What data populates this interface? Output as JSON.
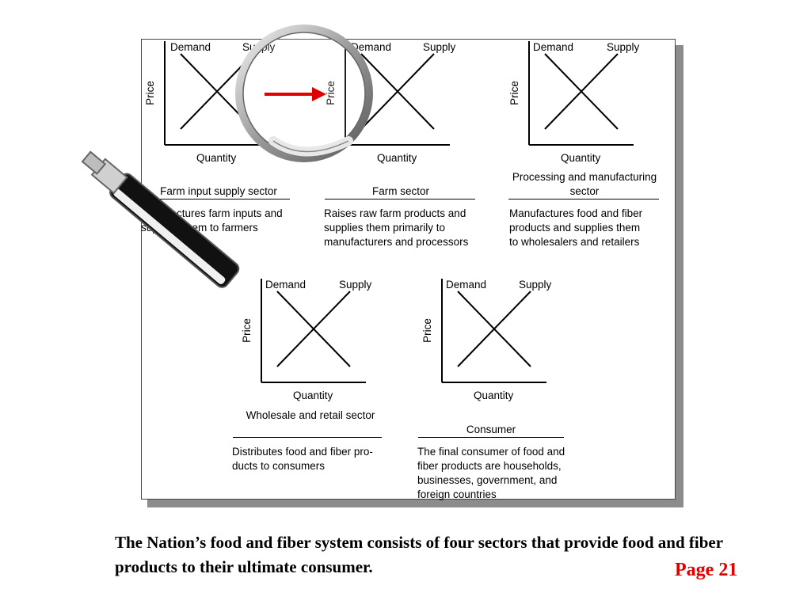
{
  "sectors": [
    {
      "demand": "Demand",
      "supply": "Supply",
      "price": "Price",
      "quantity": "Quantity",
      "title": "Farm input supply sector",
      "desc": "Manufactures farm inputs and\nsupplies them to farmers"
    },
    {
      "demand": "Demand",
      "supply": "Supply",
      "price": "Price",
      "quantity": "Quantity",
      "title": "Farm sector",
      "desc": "Raises raw farm products and\nsupplies them primarily to\nmanufacturers and processors"
    },
    {
      "demand": "Demand",
      "supply": "Supply",
      "price": "Price",
      "quantity": "Quantity",
      "title": "Processing and\nmanufacturing sector",
      "desc": "Manufactures food and fiber\nproducts and supplies them\nto wholesalers and retailers"
    },
    {
      "demand": "Demand",
      "supply": "Supply",
      "price": "Price",
      "quantity": "Quantity",
      "title": "Wholesale and\nretail sector",
      "desc": "Distributes food and fiber pro-\nducts to consumers"
    },
    {
      "demand": "Demand",
      "supply": "Supply",
      "price": "Price",
      "quantity": "Quantity",
      "title": "Consumer",
      "desc": "The final consumer of food and\nfiber products are households,\nbusinesses, government, and\nforeign countries"
    }
  ],
  "caption": "The Nation’s food and fiber system consists of four sectors that provide food and fiber products to their ultimate consumer.",
  "page_label": "Page 21",
  "colors": {
    "page_label": "#e00000",
    "arrow": "#e00000"
  }
}
